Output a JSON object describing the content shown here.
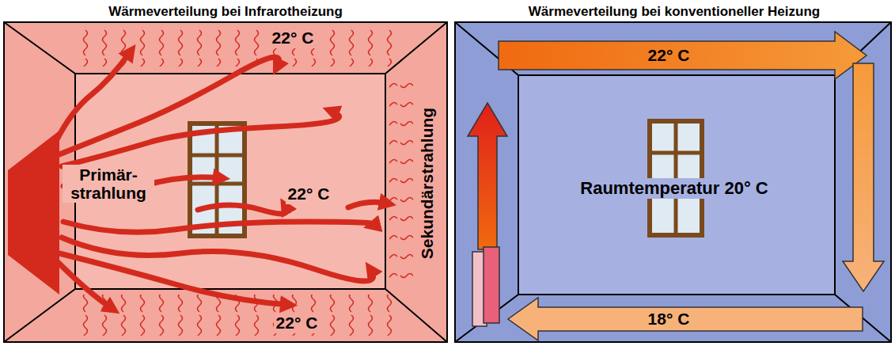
{
  "diagram": {
    "labels": [
      "Wärmeverteilung bei Infrarotheizung",
      "Wärmeverteilung bei konventioneller Heizung",
      "22° C",
      "Primär- strahlung",
      "22° C",
      "Sekundärstrahlung",
      "22° C",
      "22° C",
      "Raumtemperatur 20° C",
      "18° C"
    ]
  }
}
